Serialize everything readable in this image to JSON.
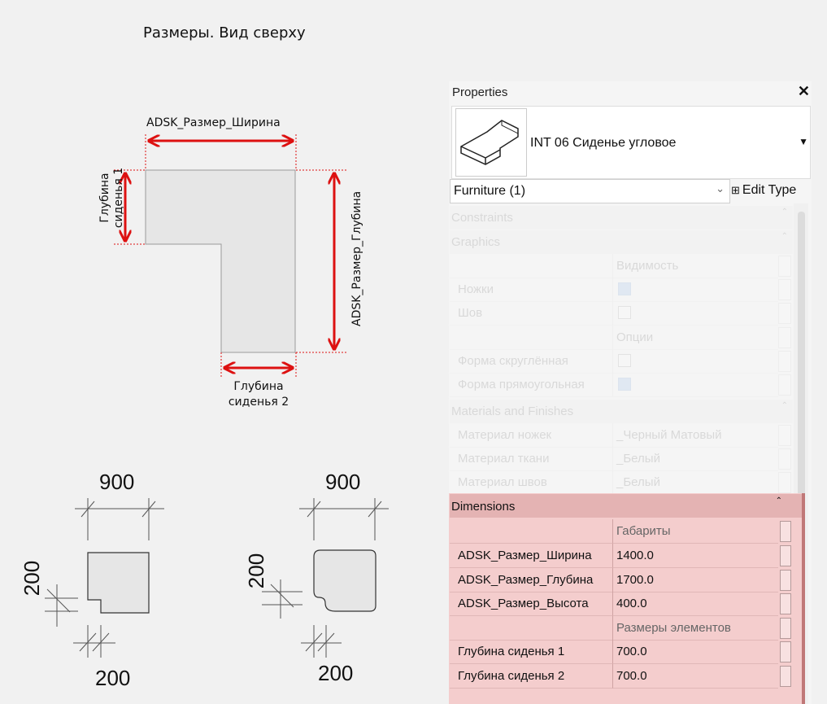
{
  "page": {
    "title": "Размеры. Вид сверху"
  },
  "diagram": {
    "width_label": "ADSK_Размер_Ширина",
    "depth_label": "ADSK_Размер_Глубина",
    "seat1_line1": "Глубина",
    "seat1_line2": "сиденья 1",
    "seat2_line1": "Глубина",
    "seat2_line2": "сиденья 2",
    "plan_left": {
      "top_dim": "900",
      "side_dim": "200",
      "bottom_dim": "200"
    },
    "plan_right": {
      "top_dim": "900",
      "side_dim": "200",
      "bottom_dim": "200"
    },
    "arrow_color": "#dd1111"
  },
  "properties": {
    "header": "Properties",
    "close_icon": "close-icon",
    "type_name": "INT 06 Сиденье угловое",
    "category": "Furniture (1)",
    "edit_type": "Edit Type",
    "sections": {
      "constraints": "Constraints",
      "graphics": "Graphics",
      "materials": "Materials and Finishes",
      "dimensions": "Dimensions"
    },
    "graphics_rows": [
      {
        "key": "",
        "value": "Видимость",
        "group": true
      },
      {
        "key": "Ножки",
        "checked": true
      },
      {
        "key": "Шов",
        "checked": false
      },
      {
        "key": "",
        "value": "Опции",
        "group": true
      },
      {
        "key": "Форма скруглённая",
        "checked": false
      },
      {
        "key": "Форма прямоугольная",
        "checked": true
      }
    ],
    "material_rows": [
      {
        "key": "Материал ножек",
        "value": "_Черный Матовый"
      },
      {
        "key": "Материал ткани",
        "value": "_Белый"
      },
      {
        "key": "Материал швов",
        "value": "_Белый"
      }
    ],
    "dimension_rows": [
      {
        "key": "",
        "value": "Габариты"
      },
      {
        "key": "ADSK_Размер_Ширина",
        "value": "1400.0"
      },
      {
        "key": "ADSK_Размер_Глубина",
        "value": "1700.0"
      },
      {
        "key": "ADSK_Размер_Высота",
        "value": "400.0"
      },
      {
        "key": "",
        "value": "Размеры элементов"
      },
      {
        "key": "Глубина сиденья 1",
        "value": "700.0"
      },
      {
        "key": "Глубина сиденья 2",
        "value": "700.0"
      }
    ],
    "highlight_color": "#f4cdcd"
  }
}
